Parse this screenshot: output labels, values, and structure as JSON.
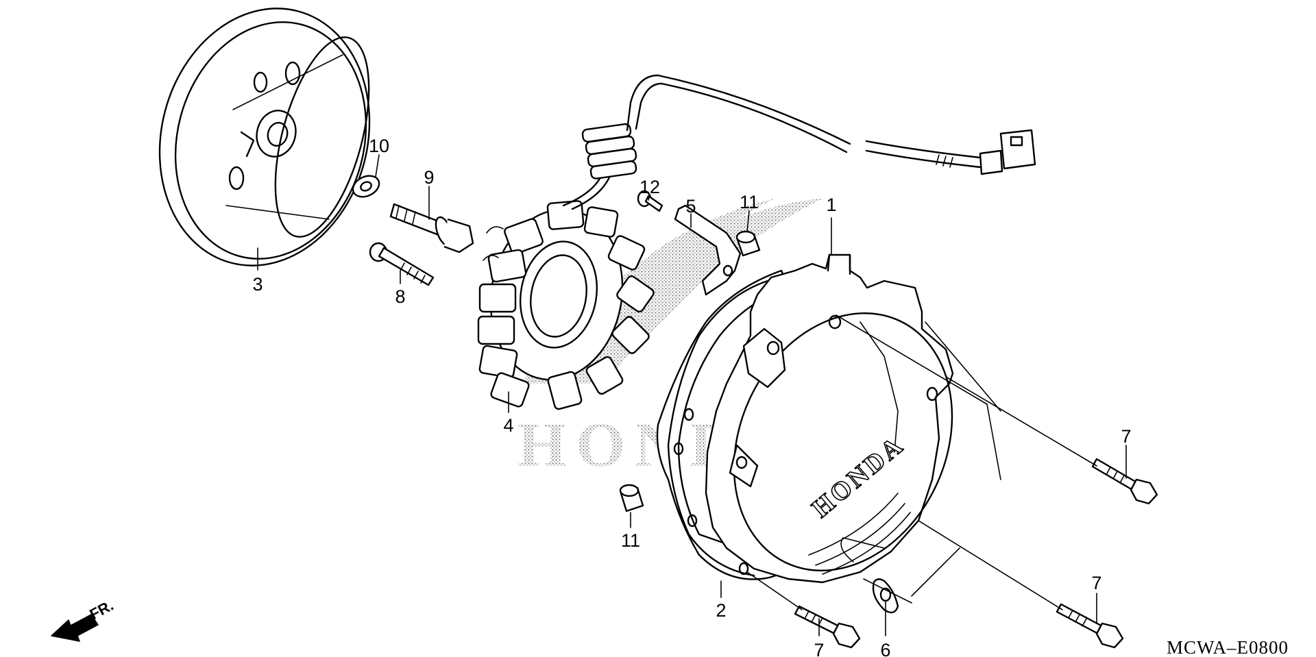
{
  "diagram": {
    "drawing_code": "MCWA–E0800",
    "direction_label": "FR.",
    "watermark_text": "HONDA",
    "cover_emboss_text": "HONDA",
    "colors": {
      "line": "#000000",
      "background": "#ffffff",
      "watermark": "#8a8a8a"
    },
    "callouts": [
      {
        "id": "c1",
        "part": "1",
        "name": "cover"
      },
      {
        "id": "c2",
        "part": "2",
        "name": "gasket"
      },
      {
        "id": "c3",
        "part": "3",
        "name": "flywheel"
      },
      {
        "id": "c4",
        "part": "4",
        "name": "stator"
      },
      {
        "id": "c5",
        "part": "5",
        "name": "cord-clamp"
      },
      {
        "id": "c6",
        "part": "6",
        "name": "wire-clip"
      },
      {
        "id": "c7a",
        "part": "7",
        "name": "bolt"
      },
      {
        "id": "c7b",
        "part": "7",
        "name": "bolt"
      },
      {
        "id": "c7c",
        "part": "7",
        "name": "bolt"
      },
      {
        "id": "c8",
        "part": "8",
        "name": "bolt"
      },
      {
        "id": "c9",
        "part": "9",
        "name": "flange-bolt"
      },
      {
        "id": "c10",
        "part": "10",
        "name": "washer"
      },
      {
        "id": "c11a",
        "part": "11",
        "name": "dowel-pin"
      },
      {
        "id": "c11b",
        "part": "11",
        "name": "dowel-pin"
      },
      {
        "id": "c12",
        "part": "12",
        "name": "screw"
      }
    ]
  }
}
